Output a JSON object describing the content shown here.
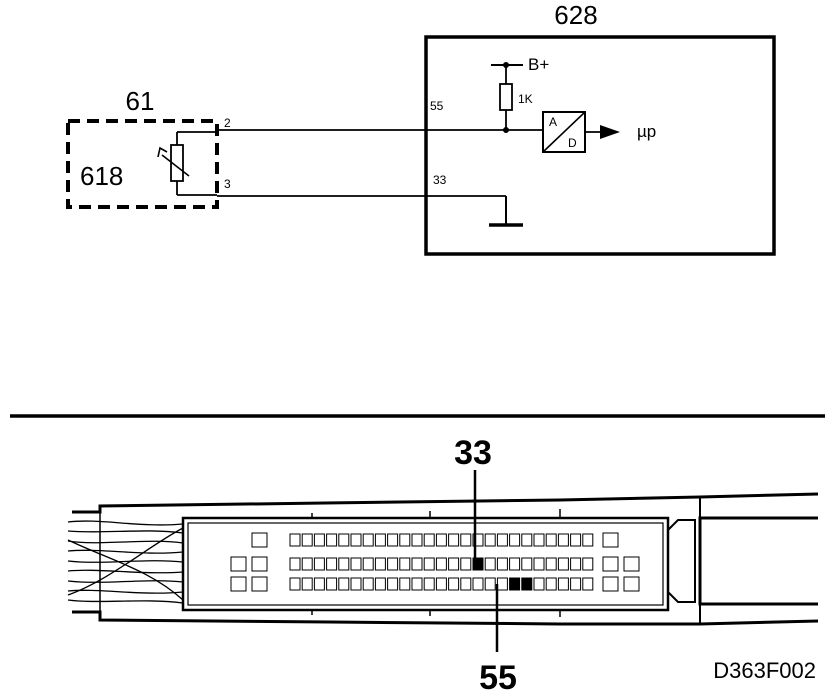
{
  "schematic": {
    "ecu_id": "628",
    "sensor_group_id": "61",
    "sensor_id": "618",
    "pin_top": "2",
    "pin_bottom": "3",
    "ecu_pin_signal": "55",
    "ecu_pin_ground": "33",
    "supply_label": "B+",
    "resistor_label": "1K",
    "converter_top": "A",
    "converter_bottom": "D",
    "output_label": "µp"
  },
  "connector": {
    "callout_upper": "33",
    "callout_lower": "55",
    "rows": [
      {
        "left_extra": 1,
        "main": 25,
        "right_extra": 1,
        "highlight": []
      },
      {
        "left_extra": 2,
        "main": 25,
        "right_extra": 2,
        "highlight": [
          15
        ]
      },
      {
        "left_extra": 2,
        "main": 25,
        "right_extra": 2,
        "highlight": [
          18,
          19
        ]
      }
    ]
  },
  "figure_code": "D363F002"
}
